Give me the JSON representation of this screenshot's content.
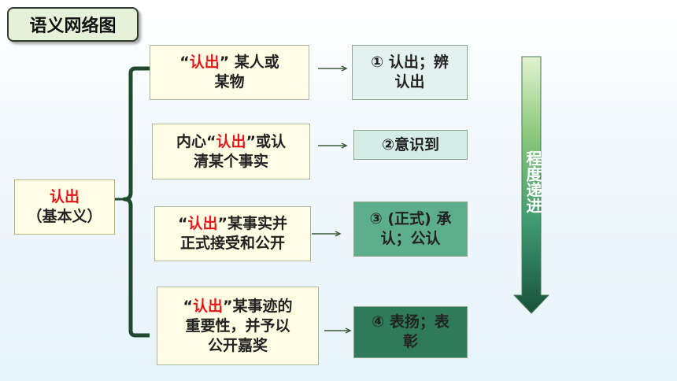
{
  "title": "语义网络图",
  "root": {
    "line1": "认出",
    "line2": "（基本义）"
  },
  "meanings": [
    {
      "pre": "“",
      "red": "认出",
      "post": "” 某人或",
      "line2": "某物"
    },
    {
      "pre": "内心“",
      "red": "认出",
      "post": "”或认",
      "line2": "清某个事实"
    },
    {
      "pre": "“",
      "red": "认出",
      "post": "”某事实并",
      "line2": "正式接受和公开"
    },
    {
      "pre": "“",
      "red": "认出",
      "post": "”某事迹的",
      "line2": "重要性，并予以",
      "line3": "公开嘉奖"
    }
  ],
  "answers": [
    {
      "line1": "① 认出；辨",
      "line2": "认出"
    },
    {
      "line1": "②意识到"
    },
    {
      "line1": "③ (正式) 承",
      "line2": "认；公认"
    },
    {
      "line1": "④ 表扬；表",
      "line2": "彰"
    }
  ],
  "progress_label": "程度递进",
  "colors": {
    "bracket": "#1f4a2d",
    "arrow": "#3d5a3a",
    "highlight": "#e4161b"
  }
}
